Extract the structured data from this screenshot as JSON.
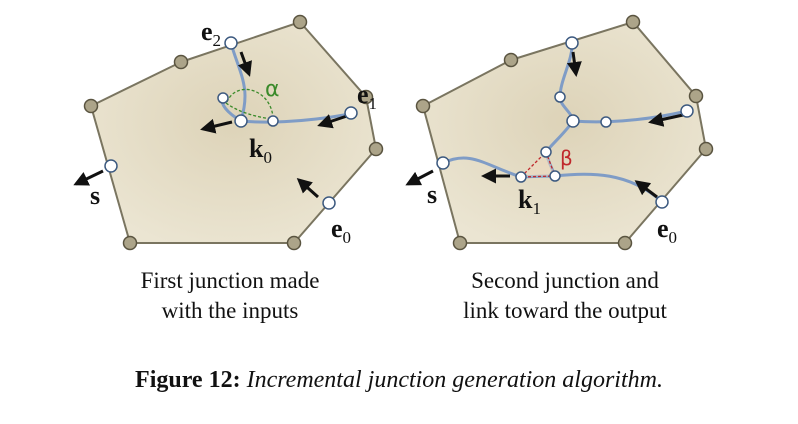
{
  "panels": [
    {
      "caption_line1": "First junction made",
      "caption_line2": "with the inputs",
      "labels": {
        "e2": {
          "main": "e",
          "sub": "2"
        },
        "e1": {
          "main": "e",
          "sub": "1"
        },
        "e0": {
          "main": "e",
          "sub": "0"
        },
        "k0": {
          "main": "k",
          "sub": "0"
        },
        "s": "s",
        "angle": "α"
      }
    },
    {
      "caption_line1": "Second junction and",
      "caption_line2": "link toward the output",
      "labels": {
        "e0": {
          "main": "e",
          "sub": "0"
        },
        "k1": {
          "main": "k",
          "sub": "1"
        },
        "s": "s",
        "angle": "β"
      }
    }
  ],
  "caption": {
    "label": "Figure 12:",
    "text": "Incremental junction generation algorithm."
  },
  "colors": {
    "polygon_fill": "#e6dfca",
    "polygon_stroke": "#7a7560",
    "vertex": "#aca489",
    "curve": "#7f9cc6",
    "alpha": "#3a8a2a",
    "beta": "#c0282c",
    "arrow": "#111111"
  }
}
